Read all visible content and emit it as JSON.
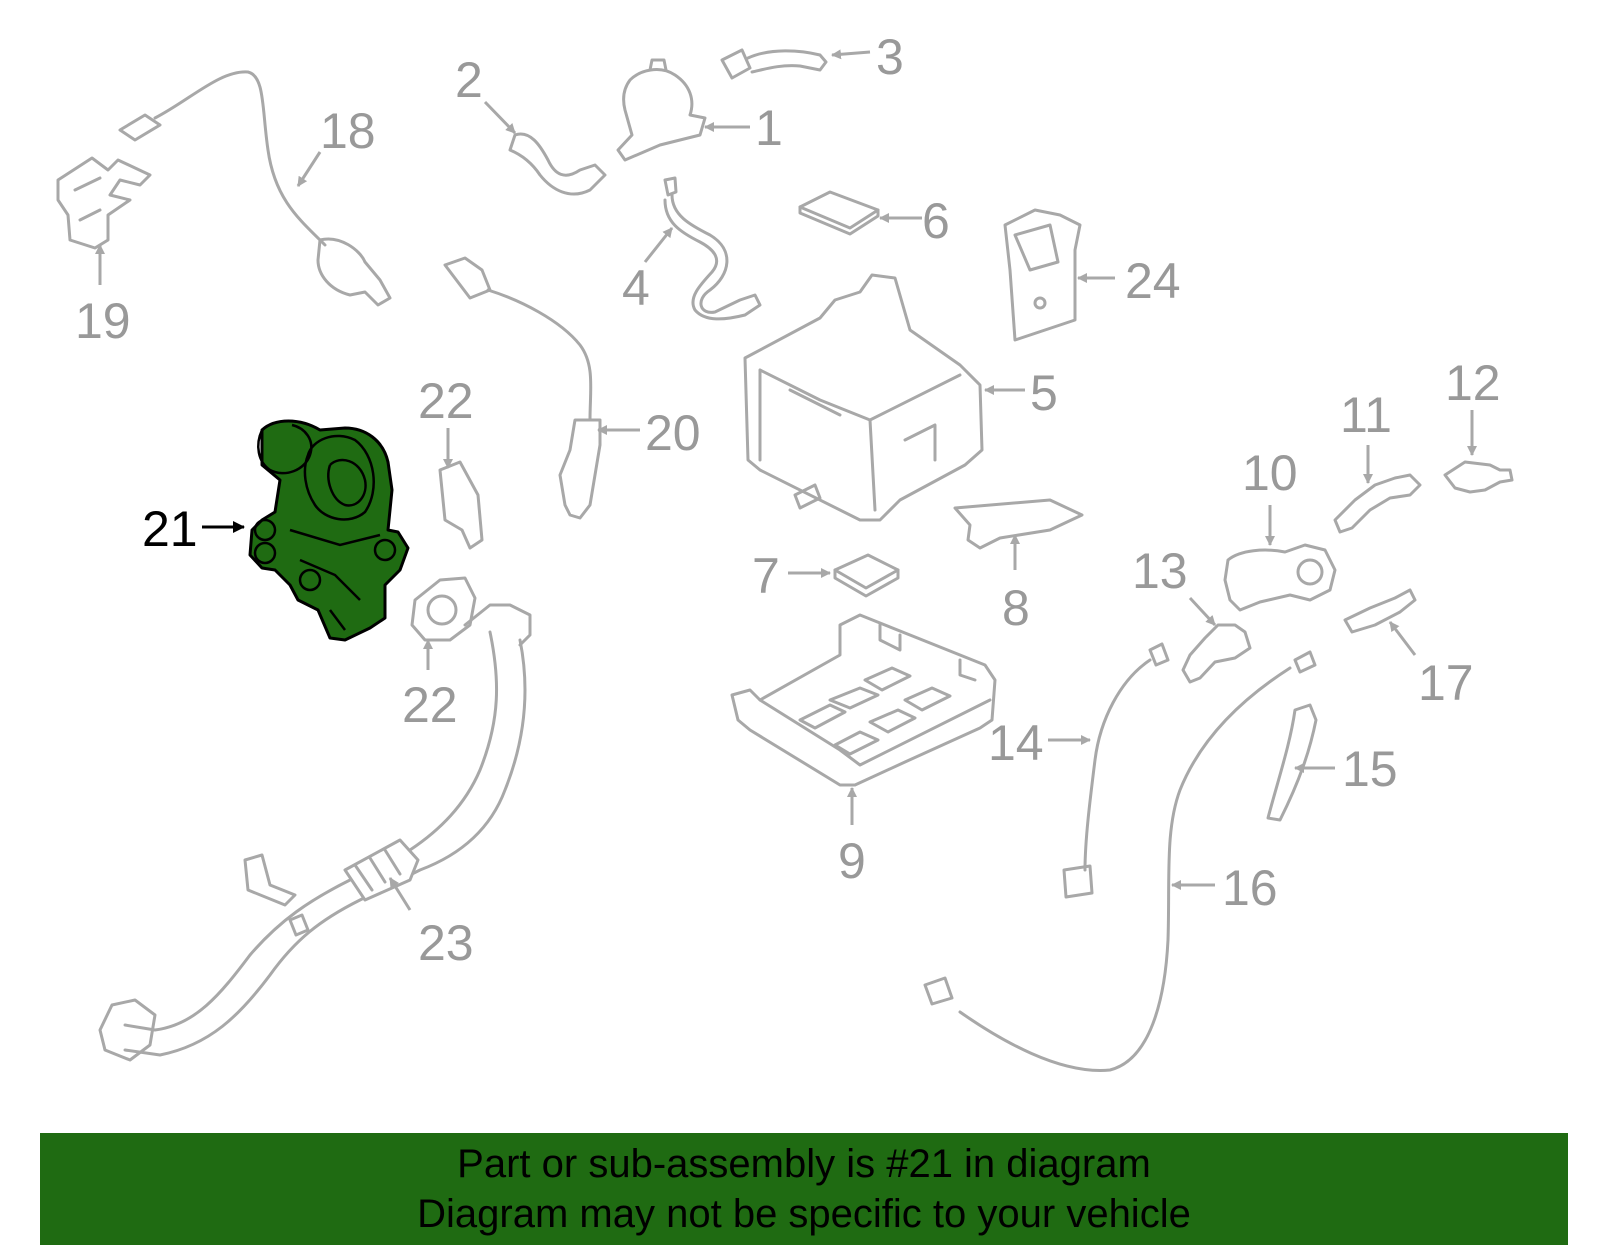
{
  "highlight_color": "#1f6b12",
  "callouts": {
    "c1": "1",
    "c2": "2",
    "c3": "3",
    "c4": "4",
    "c5": "5",
    "c6": "6",
    "c7": "7",
    "c8": "8",
    "c9": "9",
    "c10": "10",
    "c11": "11",
    "c12": "12",
    "c13": "13",
    "c14": "14",
    "c15": "15",
    "c16": "16",
    "c17": "17",
    "c18": "18",
    "c19": "19",
    "c20": "20",
    "c21": "21",
    "c22a": "22",
    "c22b": "22",
    "c23": "23",
    "c24": "24"
  },
  "highlighted_part": "21",
  "banner": {
    "line1": "Part or sub-assembly is #21 in diagram",
    "line2": "Diagram may not be specific to your vehicle"
  }
}
